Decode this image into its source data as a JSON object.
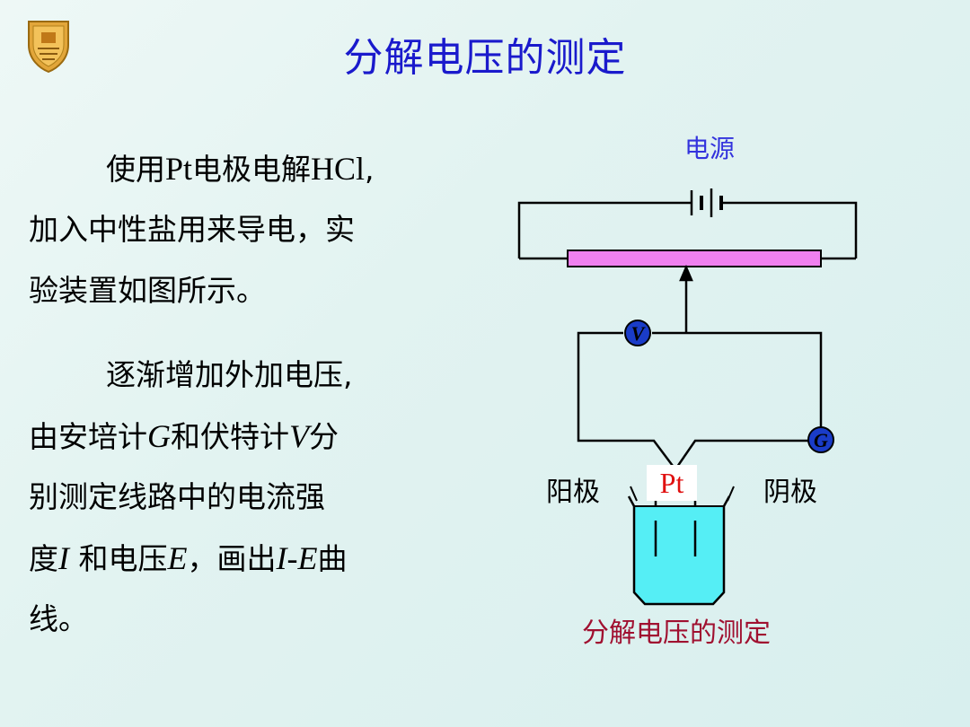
{
  "slide": {
    "title": "分解电压的测定",
    "logo_icon": "university-crest-icon"
  },
  "paragraph1": {
    "l1_a": "使用",
    "l1_b": "Pt",
    "l1_c": "电极电解",
    "l1_d": "HCl",
    "l1_e": ",",
    "l2": "加入中性盐用来导电，实",
    "l3": "验装置如图所示。"
  },
  "paragraph2": {
    "l1": "逐渐增加外加电压,",
    "l2_a": "由安培计",
    "l2_b": "G",
    "l2_c": "和伏特计",
    "l2_d": "V",
    "l2_e": "分",
    "l3": "别测定线路中的电流强",
    "l4_a": "度",
    "l4_b": "I",
    "l4_c": " 和电压",
    "l4_d": "E",
    "l4_e": "，画出",
    "l4_f": "I-E",
    "l4_g": "曲",
    "l5": "线。"
  },
  "diagram": {
    "power_label": "电源",
    "voltmeter_label": "V",
    "ammeter_label": "G",
    "electrode_label": "Pt",
    "anode_label": "阳极",
    "cathode_label": "阴极",
    "caption": "分解电压的测定",
    "colors": {
      "rheostat": "#f080f0",
      "electrolyte": "#55eef5",
      "meter": "#1a3cc8",
      "caption": "#a01030",
      "pt_label": "#e01010"
    }
  }
}
